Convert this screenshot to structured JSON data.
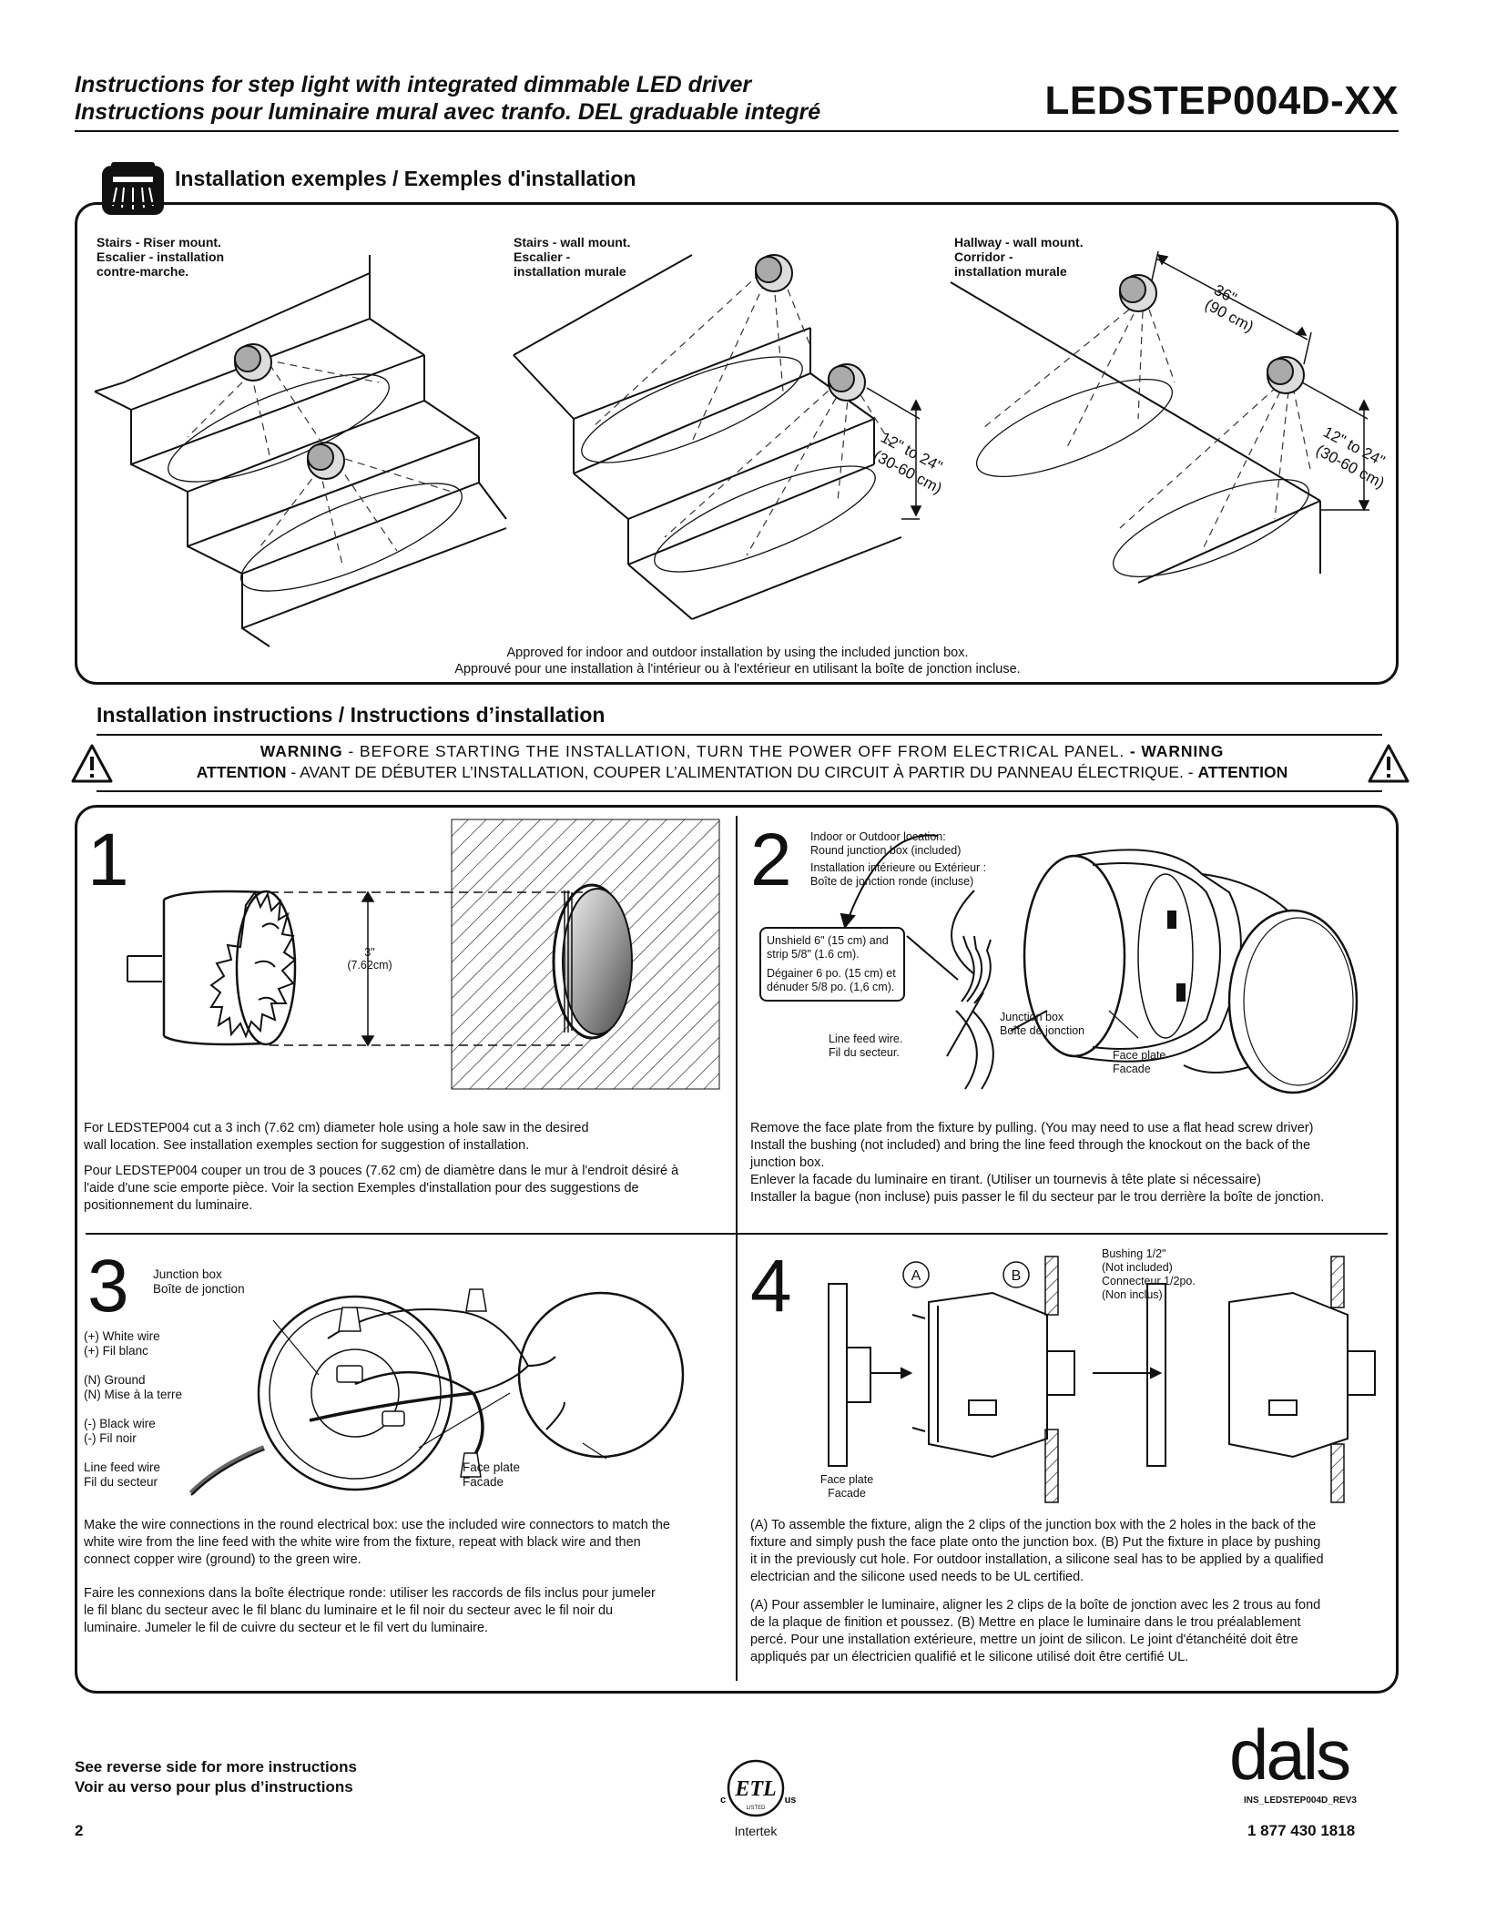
{
  "header": {
    "title_en": "Instructions for step light with integrated dimmable LED driver",
    "title_fr": "Instructions pour luminaire mural avec tranfo. DEL graduable integré",
    "model": "LEDSTEP004D-XX"
  },
  "examples": {
    "title": "Installation exemples / Exemples d'installation",
    "riser": {
      "en": "Stairs - Riser mount.",
      "fr1": "Escalier - installation",
      "fr2": "contre-marche."
    },
    "stairs_wall": {
      "en": "Stairs - wall mount.",
      "fr1": "Escalier -",
      "fr2": "installation murale"
    },
    "hallway": {
      "en": "Hallway - wall mount.",
      "fr1": "Corridor -",
      "fr2": "installation murale"
    },
    "dim_height_1": "12\" to 24\"",
    "dim_height_2": "(30-60 cm)",
    "dim_spacing_1": "36\"",
    "dim_spacing_2": "(90 cm)",
    "note_en": "Approved for indoor and outdoor installation by using the included junction box.",
    "note_fr": "Approuvé pour une installation à l'intérieur ou à l'extérieur en utilisant la boîte de jonction incluse."
  },
  "instructions": {
    "title": "Installation instructions / Instructions d’installation",
    "warning_en_1": "WARNING",
    "warning_en_2": " - BEFORE STARTING THE INSTALLATION, TURN THE POWER OFF FROM ELECTRICAL PANEL. ",
    "warning_en_3": "- WARNING",
    "warning_fr_1": "ATTENTION",
    "warning_fr_2": " - AVANT DE DÉBUTER L’INSTALLATION, COUPER L’ALIMENTATION DU CIRCUIT À PARTIR DU PANNEAU ÉLECTRIQUE. - ",
    "warning_fr_3": "ATTENTION"
  },
  "step1": {
    "num": "1",
    "dim_1": "3\"",
    "dim_2": "(7.62cm)",
    "text_en_1": "For LEDSTEP004 cut a 3 inch (7.62 cm) diameter hole using a hole saw in the desired",
    "text_en_2": "wall location. See installation exemples section for suggestion of installation.",
    "text_fr_1": "Pour LEDSTEP004 couper un trou de 3 pouces (7.62 cm) de diamètre dans le mur à l'endroit désiré à",
    "text_fr_2": "l'aide d'une scie emporte pièce. Voir la section Exemples d'installation pour des suggestions de",
    "text_fr_3": "positionnement du luminaire."
  },
  "step2": {
    "num": "2",
    "loc_en_1": "Indoor or Outdoor location:",
    "loc_en_2": "Round junction box (included)",
    "loc_fr_1": "Installation intérieure ou Extérieur :",
    "loc_fr_2": "Boîte de jonction ronde  (incluse)",
    "unshield_1": "Unshield  6\" (15 cm) and",
    "unshield_2": "strip 5/8\" (1.6 cm).",
    "degainer_1": "Dégainer 6 po. (15 cm) et",
    "degainer_2": "dénuder 5/8 po. (1,6 cm).",
    "jbox_en": "Junction box",
    "jbox_fr": "Boîte de jonction",
    "line_en": "Line feed wire.",
    "line_fr": "Fil du secteur.",
    "face_en": "Face plate",
    "face_fr": "Facade",
    "text_1": "Remove the face plate from the fixture by pulling. (You may need to use a flat head screw driver)",
    "text_2": "Install the bushing (not included) and bring the line feed through the knockout on the back of the",
    "text_3": "junction box.",
    "text_4": "Enlever la facade du luminaire en tirant. (Utiliser un tournevis à tête plate si nécessaire)",
    "text_5": "Installer la bague (non incluse) puis passer le fil du secteur par le trou derrière la boîte de jonction."
  },
  "step3": {
    "num": "3",
    "jbox_en": "Junction box",
    "jbox_fr": "Boîte de jonction",
    "white_en": "(+) White wire",
    "white_fr": "(+) Fil blanc",
    "ground_en": "(N) Ground",
    "ground_fr": "(N) Mise à la terre",
    "black_en": "(-) Black wire",
    "black_fr": "(-) Fil noir",
    "line_en": "Line feed wire",
    "line_fr": "Fil du secteur",
    "face_en": "Face plate",
    "face_fr": "Facade",
    "text_en_1": "Make the wire connections in the round electrical box: use the included wire connectors to match the",
    "text_en_2": "white wire from the line feed with the white wire from the fixture, repeat with black wire and then",
    "text_en_3": "connect copper wire (ground) to the green wire.",
    "text_fr_1": "Faire les connexions dans la boîte électrique ronde: utiliser les raccords de fils inclus pour jumeler",
    "text_fr_2": "le fil blanc du secteur avec le fil blanc du luminaire et le fil noir du secteur avec le fil noir du",
    "text_fr_3": "luminaire. Jumeler le fil de cuivre du secteur et le fil vert du luminaire."
  },
  "step4": {
    "num": "4",
    "label_a": "A",
    "label_b": "B",
    "bushing_1": "Bushing 1/2\"",
    "bushing_2": "(Not included)",
    "bushing_3": "Connecteur 1/2po.",
    "bushing_4": "(Non inclus)",
    "face_en": "Face plate",
    "face_fr": "Facade",
    "text_en_1": "(A) To assemble the fixture, align the 2 clips of the junction box with the 2 holes in the back of the",
    "text_en_2": "fixture and simply push the face plate onto the junction box. (B) Put the fixture in place by pushing",
    "text_en_3": "it in the previously cut hole. For outdoor installation, a silicone seal has to be applied by a qualified",
    "text_en_4": "electrician and the silicone used needs to be UL certified.",
    "text_fr_1": "(A) Pour assembler le luminaire, aligner les 2 clips de la boîte de jonction avec les 2 trous au fond",
    "text_fr_2": "de la plaque de finition et poussez. (B) Mettre en place le luminaire dans le trou préalablement",
    "text_fr_3": "percé. Pour une installation extérieure, mettre un joint de silicon. Le joint d'étanchéité doit être",
    "text_fr_4": "appliqués par un électricien qualifié et le silicone utilisé doit être certifié UL."
  },
  "footer": {
    "reverse_en": "See reverse side for more instructions",
    "reverse_fr": "Voir au verso pour plus d’instructions",
    "page": "2",
    "cert_c": "c",
    "cert_us": "us",
    "cert_mark": "ETL",
    "cert_listed": "LISTED",
    "cert_name": "Intertek",
    "brand": "dals",
    "doc_ref": "INS_LEDSTEP004D_REV3",
    "phone": "1 877 430 1818"
  }
}
